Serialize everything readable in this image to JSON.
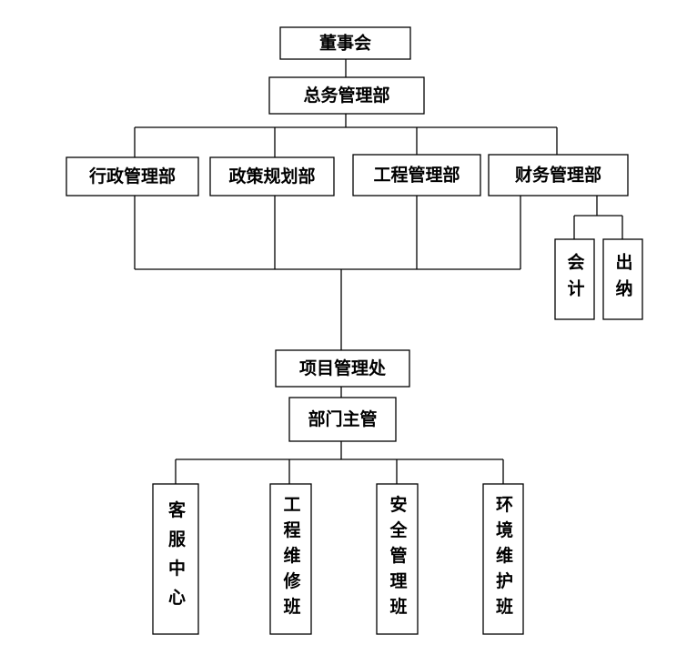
{
  "nodes": {
    "board": "董事会",
    "general": "总务管理部",
    "admin": "行政管理部",
    "policy": "政策规划部",
    "engineering": "工程管理部",
    "finance": "财务管理部",
    "accounting": "会计",
    "cashier": "出纳",
    "project": "项目管理处",
    "supervisor": "部门主管",
    "service": "客服中心",
    "maintenance": "工程维修班",
    "safety": "安全管理班",
    "environment": "环境维护班"
  }
}
